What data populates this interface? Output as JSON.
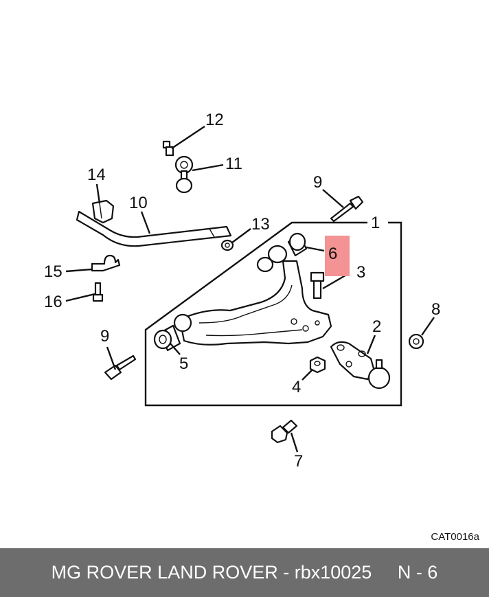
{
  "diagram": {
    "callouts": [
      "1",
      "2",
      "3",
      "4",
      "5",
      "6",
      "7",
      "8",
      "9",
      "9",
      "10",
      "11",
      "12",
      "13",
      "14",
      "15",
      "16"
    ],
    "highlight_color": "#f39393",
    "catalog_code": "CAT0016a"
  },
  "footer": {
    "text": "MG ROVER LAND ROVER - rbx10025     N - 6",
    "bg_color": "#6d6d6d"
  }
}
